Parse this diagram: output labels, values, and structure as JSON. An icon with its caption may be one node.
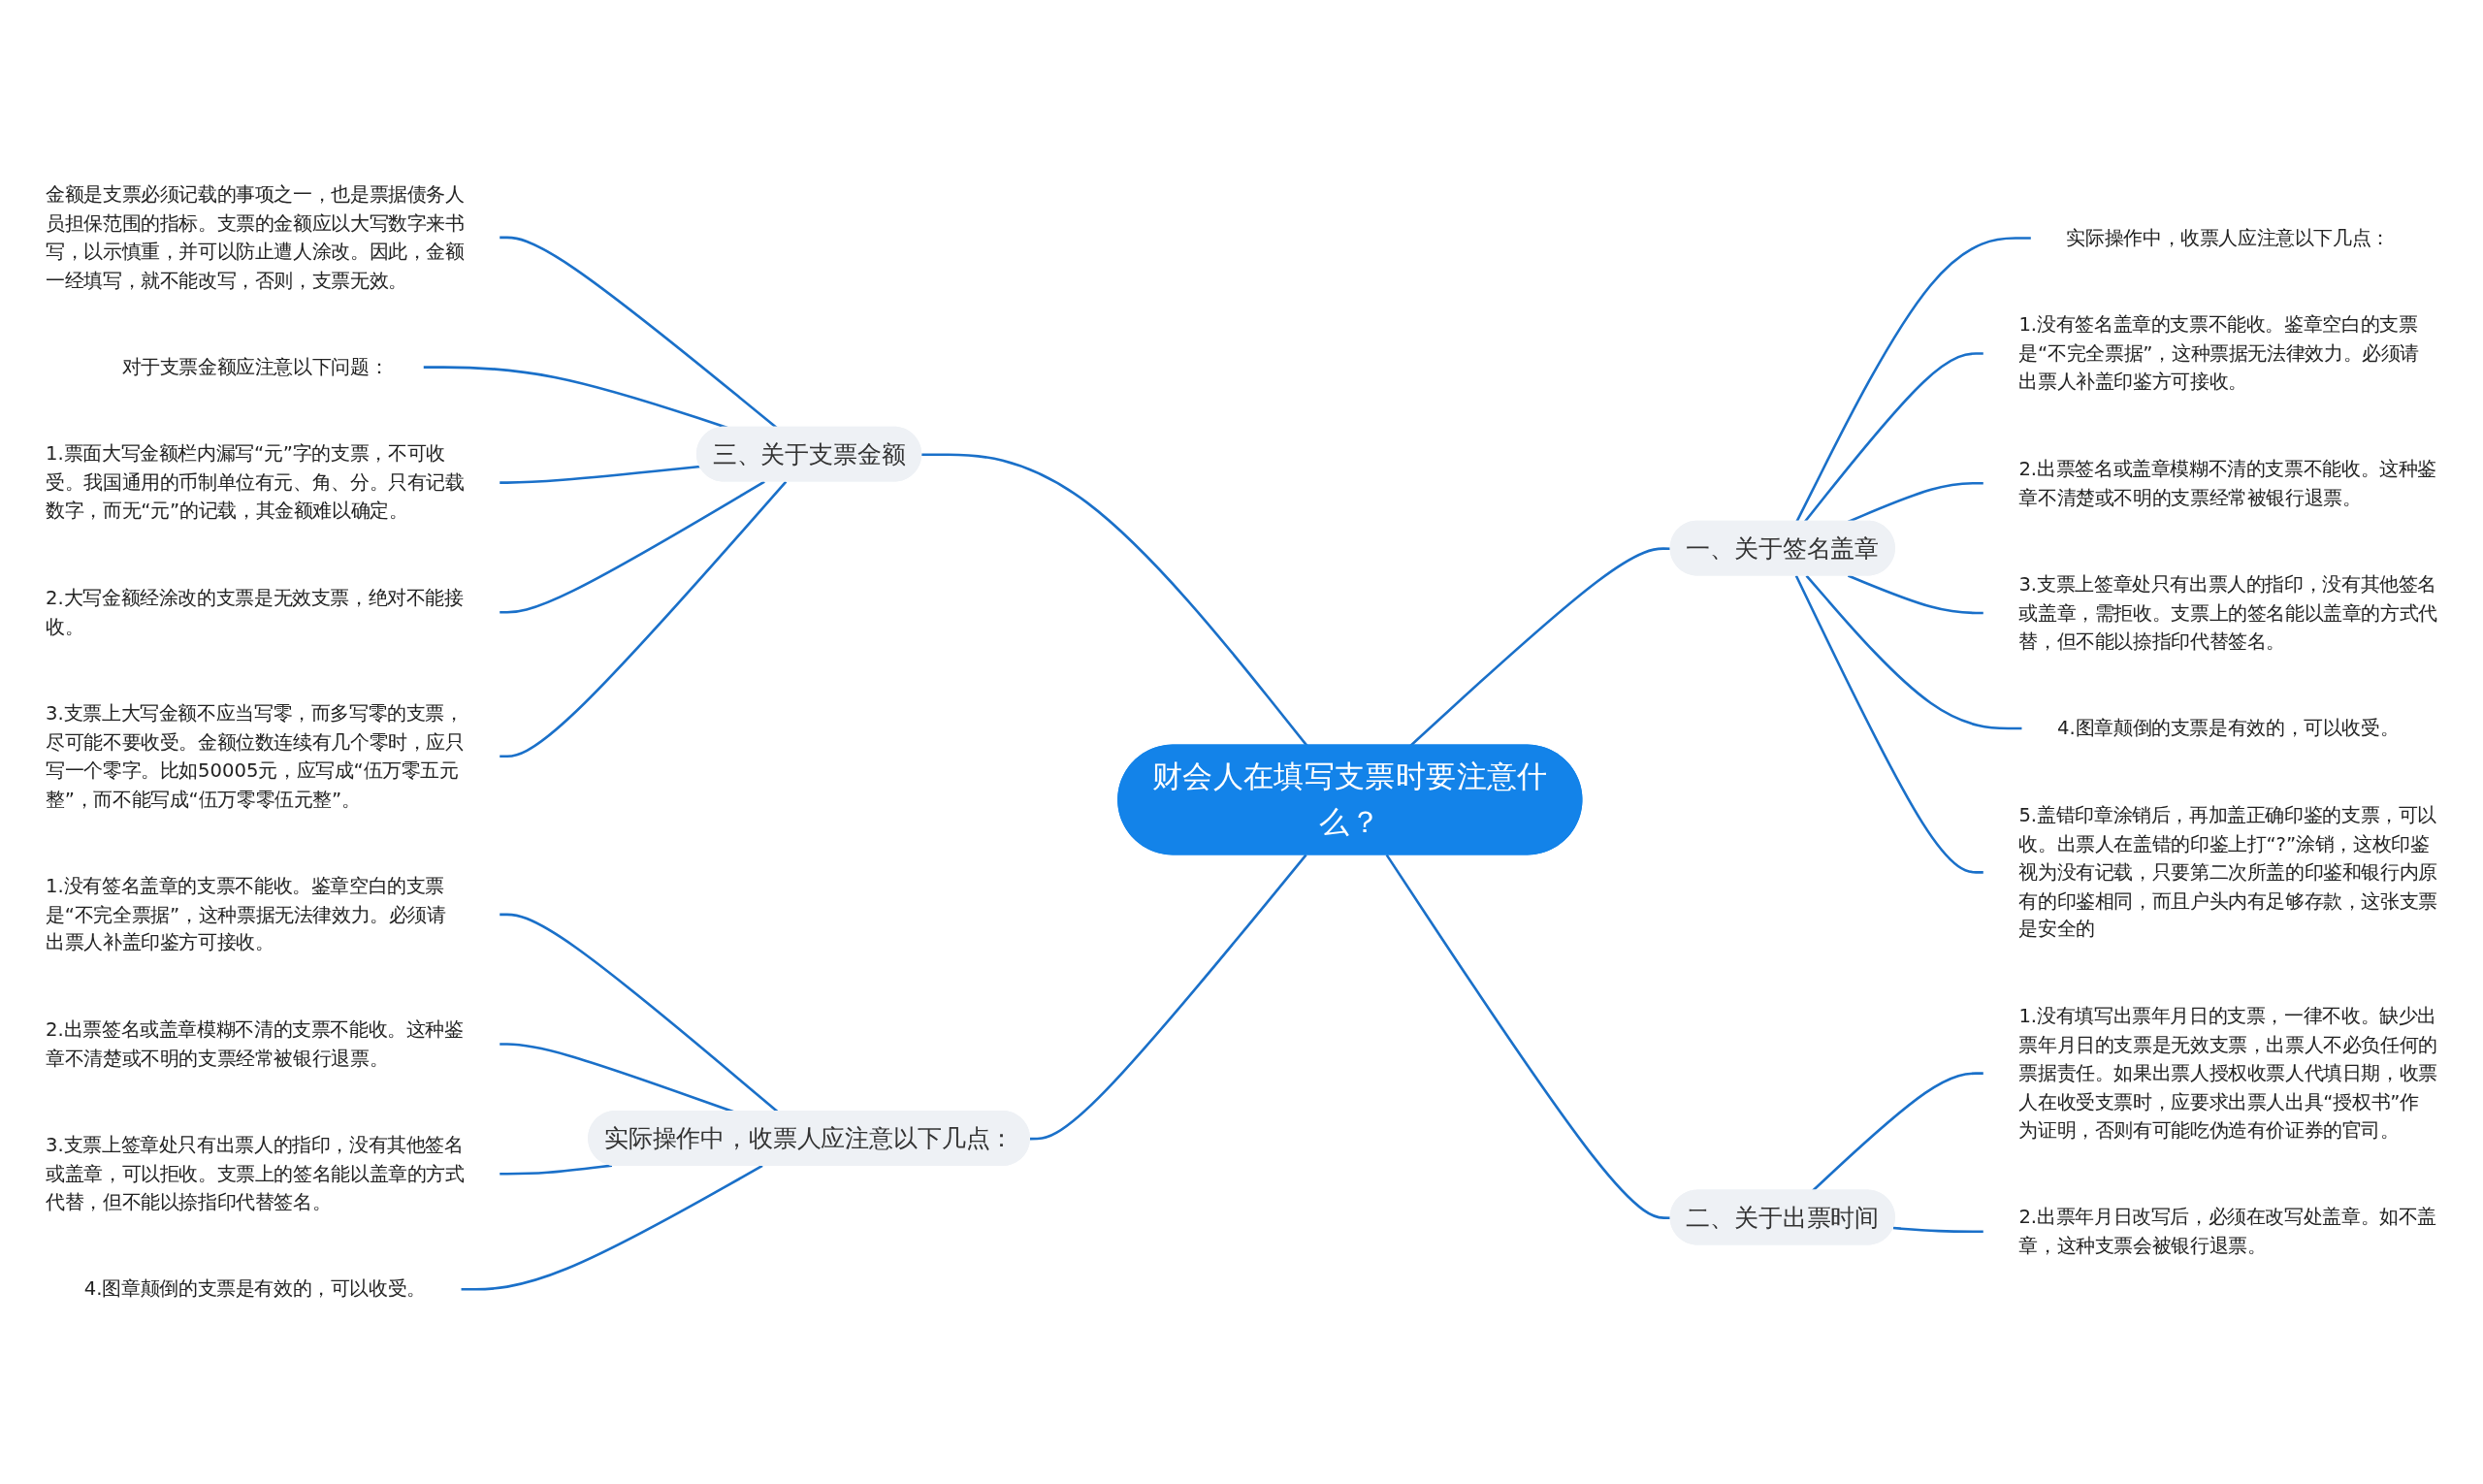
{
  "diagram": {
    "nodes": [
      {
        "text": [
          "财会人在填写支票时要注意什么？"
        ]
      },
      {
        "text": [
          "一、关于签名盖章"
        ]
      },
      {
        "text": [
          "实际操作中，收票人应注意以下几点："
        ]
      },
      {
        "text": [
          "1.没有签名盖章的支票不能收。鉴章空白的支票是“不完全票据”，这种票据无法律效力。必须请出票人补盖印鉴方可接收。"
        ]
      },
      {
        "text": [
          "2.出票签名或盖章模糊不清的支票不能收。这种鉴章不清楚或不明的支票经常被银行退票。"
        ]
      },
      {
        "text": [
          "3.支票上签章处只有出票人的指印，没有其他签名或盖章，需拒收。支票上的签名能以盖章的方式代替，但不能以捺指印代替签名。"
        ]
      },
      {
        "text": [
          "4.图章颠倒的支票是有效的，可以收受。"
        ]
      },
      {
        "text": [
          "5.盖错印章涂销后，再加盖正确印鉴的支票，可以收。出票人在盖错的印鉴上打“?”涂销，这枚印鉴视为没有记载，只要第二次所盖的印鉴和银行内原有的印鉴相同，而且户头内有足够存款，这张支票是安全的"
        ]
      },
      {
        "text": [
          "二、关于出票时间"
        ]
      },
      {
        "text": [
          "1.没有填写出票年月日的支票，一律不收。缺少出票年月日的支票是无效支票，出票人不必负任何的票据责任。如果出票人授权收票人代填日期，收票人在收受支票时，应要求出票人出具“授权书”作为证明，否则有可能吃伪造有价证券的官司。"
        ]
      },
      {
        "text": [
          "2.出票年月日改写后，必须在改写处盖章。如不盖章，这种支票会被银行退票。"
        ]
      },
      {
        "text": [
          "三、关于支票金额"
        ]
      },
      {
        "text": [
          "金额是支票必须记载的事项之一，也是票据债务人员担保范围的指标。支票的金额应以大写数字来书写，以示慎重，并可以防止遭人涂改。因此，金额一经填写，就不能改写，否则，支票无效。"
        ]
      },
      {
        "text": [
          "对于支票金额应注意以下问题："
        ]
      },
      {
        "text": [
          "1.票面大写金额栏内漏写“元”字的支票，不可收受。我国通用的币制单位有元、角、分。只有记载数字，而无“元”的记载，其金额难以确定。"
        ]
      },
      {
        "text": [
          "2.大写金额经涂改的支票是无效支票，绝对不能接收。"
        ]
      },
      {
        "text": [
          "3.支票上大写金额不应当写零，而多写零的支票，尽可能不要收受。金额位数连续有几个零时，应只写一个零字。比如50005元，应写成“伍万零五元整”，而不能写成“伍万零零伍元整”。"
        ]
      },
      {
        "text": [
          "实际操作中，收票人应注意以下几点："
        ]
      },
      {
        "text": [
          "1.没有签名盖章的支票不能收。鉴章空白的支票是“不完全票据”，这种票据无法律效力。必须请出票人补盖印鉴方可接收。"
        ]
      },
      {
        "text": [
          "2.出票签名或盖章模糊不清的支票不能收。这种鉴章不清楚或不明的支票经常被银行退票。"
        ]
      },
      {
        "text": [
          "3.支票上签章处只有出票人的指印，没有其他签名或盖章，可以拒收。支票上的签名能以盖章的方式代替，但不能以捺指印代替签名。"
        ]
      },
      {
        "text": [
          "4.图章颠倒的支票是有效的，可以收受。"
        ]
      }
    ],
    "edges": [
      {
        "from": 0,
        "to": 1,
        "arrow": "none"
      },
      {
        "from": 1,
        "to": 2,
        "arrow": "none"
      },
      {
        "from": 1,
        "to": 3,
        "arrow": "none"
      },
      {
        "from": 1,
        "to": 4,
        "arrow": "none"
      },
      {
        "from": 1,
        "to": 5,
        "arrow": "none"
      },
      {
        "from": 1,
        "to": 6,
        "arrow": "none"
      },
      {
        "from": 1,
        "to": 7,
        "arrow": "none"
      },
      {
        "from": 0,
        "to": 8,
        "arrow": "none"
      },
      {
        "from": 8,
        "to": 9,
        "arrow": "none"
      },
      {
        "from": 8,
        "to": 10,
        "arrow": "none"
      },
      {
        "from": 0,
        "to": 11,
        "arrow": "none"
      },
      {
        "from": 11,
        "to": 12,
        "arrow": "none"
      },
      {
        "from": 11,
        "to": 13,
        "arrow": "none"
      },
      {
        "from": 11,
        "to": 14,
        "arrow": "none"
      },
      {
        "from": 11,
        "to": 15,
        "arrow": "none"
      },
      {
        "from": 11,
        "to": 16,
        "arrow": "none"
      },
      {
        "from": 0,
        "to": 17,
        "arrow": "none"
      },
      {
        "from": 17,
        "to": 18,
        "arrow": "none"
      },
      {
        "from": 17,
        "to": 19,
        "arrow": "none"
      },
      {
        "from": 17,
        "to": 20,
        "arrow": "none"
      },
      {
        "from": 17,
        "to": 21,
        "arrow": "none"
      }
    ]
  }
}
